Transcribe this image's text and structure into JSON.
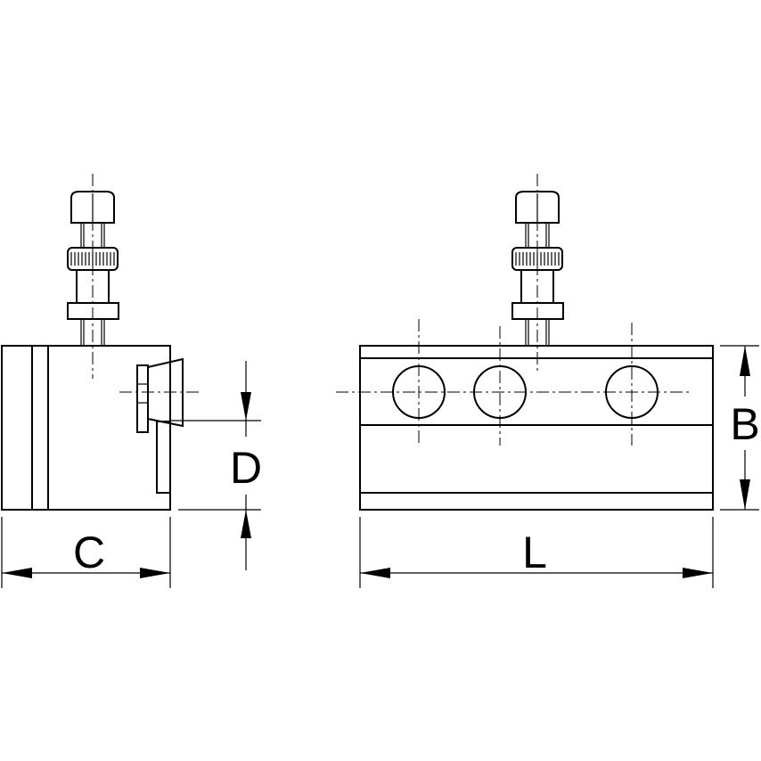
{
  "labels": {
    "c": "C",
    "d": "D",
    "b": "B",
    "l": "L"
  },
  "colors": {
    "line": "#000000",
    "background": "#ffffff"
  }
}
